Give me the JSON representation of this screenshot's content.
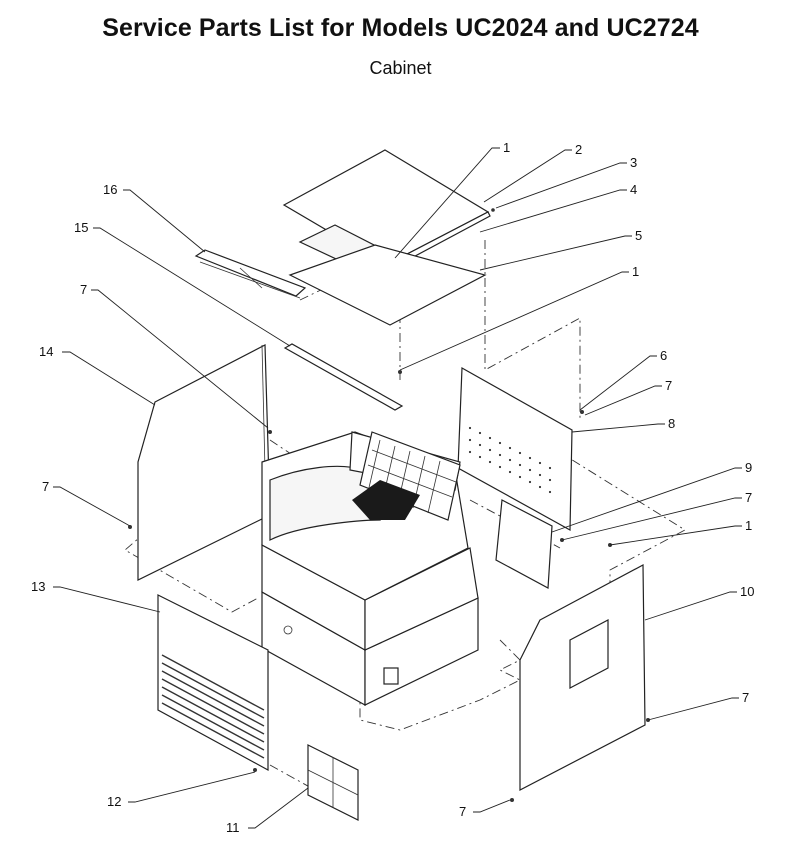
{
  "header": {
    "title": "Service Parts List for Models UC2024 and UC2724",
    "subtitle": "Cabinet"
  },
  "callouts": [
    {
      "id": "c1a",
      "label": "1"
    },
    {
      "id": "c2",
      "label": "2"
    },
    {
      "id": "c3",
      "label": "3"
    },
    {
      "id": "c4",
      "label": "4"
    },
    {
      "id": "c5",
      "label": "5"
    },
    {
      "id": "c16",
      "label": "16"
    },
    {
      "id": "c15",
      "label": "15"
    },
    {
      "id": "c7a",
      "label": "7"
    },
    {
      "id": "c1b",
      "label": "1"
    },
    {
      "id": "c14",
      "label": "14"
    },
    {
      "id": "c6",
      "label": "6"
    },
    {
      "id": "c7b",
      "label": "7"
    },
    {
      "id": "c8",
      "label": "8"
    },
    {
      "id": "c9",
      "label": "9"
    },
    {
      "id": "c7c",
      "label": "7"
    },
    {
      "id": "c7d",
      "label": "7"
    },
    {
      "id": "c1c",
      "label": "1"
    },
    {
      "id": "c13",
      "label": "13"
    },
    {
      "id": "c10",
      "label": "10"
    },
    {
      "id": "c7e",
      "label": "7"
    },
    {
      "id": "c12",
      "label": "12"
    },
    {
      "id": "c7f",
      "label": "7"
    },
    {
      "id": "c11",
      "label": "11"
    }
  ]
}
